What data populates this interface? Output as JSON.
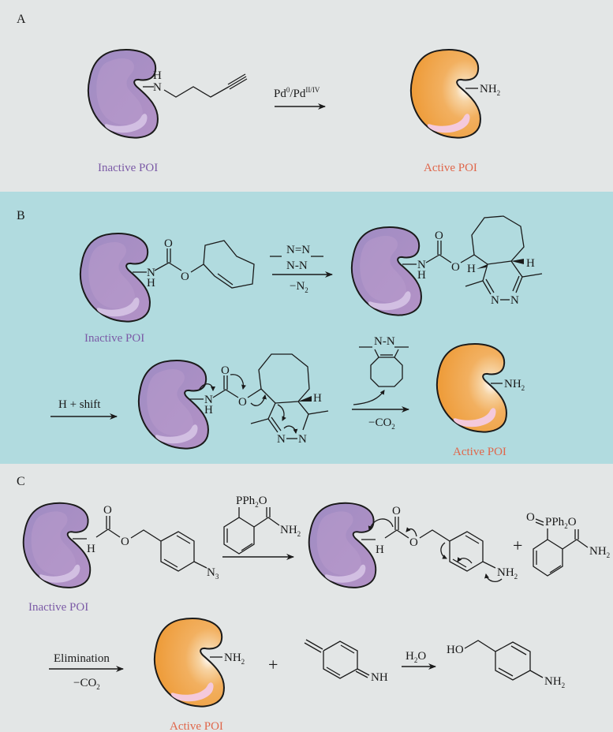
{
  "panels": {
    "a": {
      "label": "A",
      "background": "#e3e6e6",
      "reactant_caption": "Inactive POI",
      "linker_atom_top": "H",
      "linker_atom": "N",
      "reagent": "Pd",
      "reagent_sup1": "0",
      "reagent_sep": "/Pd",
      "reagent_sup2": "II/IV",
      "product_group": "NH",
      "product_group_sub": "2",
      "product_caption": "Active POI"
    },
    "b": {
      "label": "B",
      "background": "#b1dbdf",
      "reactant_caption": "Inactive POI",
      "carbamate_O": "O",
      "carbamate_N": "N",
      "carbamate_H": "H",
      "ester_O": "O",
      "tetrazine_top": "N=N",
      "tetrazine_bottom": "N-N",
      "step1_below": "−N",
      "step1_below_sub": "2",
      "stereo_H_left": "H",
      "stereo_H_right": "H",
      "pyridazine_N1": "N",
      "pyridazine_N2": "N",
      "step2_label": "H + shift",
      "byproduct_top": "N-N",
      "step3_below": "−CO",
      "step3_below_sub": "2",
      "product_group": "NH",
      "product_group_sub": "2",
      "product_caption": "Active POI"
    },
    "c": {
      "label": "C",
      "background": "#e3e6e6",
      "reactant_caption": "Inactive POI",
      "azide": "N",
      "azide_sub": "3",
      "reagent_top": "PPh",
      "reagent_top_sub": "2",
      "reagent_O": "O",
      "reagent_amide": "NH",
      "reagent_amide_sub": "2",
      "intermediate_amine": "NH",
      "intermediate_amine_sub": "2",
      "plus1": "+",
      "oxide_O": "O",
      "oxide_P": "PPh",
      "oxide_P_sub": "2",
      "oxide_O2": "O",
      "oxide_amide": "NH",
      "oxide_amide_sub": "2",
      "step2_above": "Elimination",
      "step2_below": "−CO",
      "step2_below_sub": "2",
      "product_group": "NH",
      "product_group_sub": "2",
      "product_caption": "Active POI",
      "plus2": "+",
      "quinone_imine": "NH",
      "step3_above": "H",
      "step3_above_sub": "2",
      "step3_above_tail": "O",
      "alcohol_HO": "HO",
      "final_amine": "NH",
      "final_amine_sub": "2"
    }
  },
  "colors": {
    "inactive_protein": "#ab8ec4",
    "inactive_highlight": "#cdb6de",
    "active_protein": "#f0a041",
    "active_highlight": "#f4c9dc",
    "inactive_text": "#7b5aa6",
    "active_text": "#e0664a"
  }
}
